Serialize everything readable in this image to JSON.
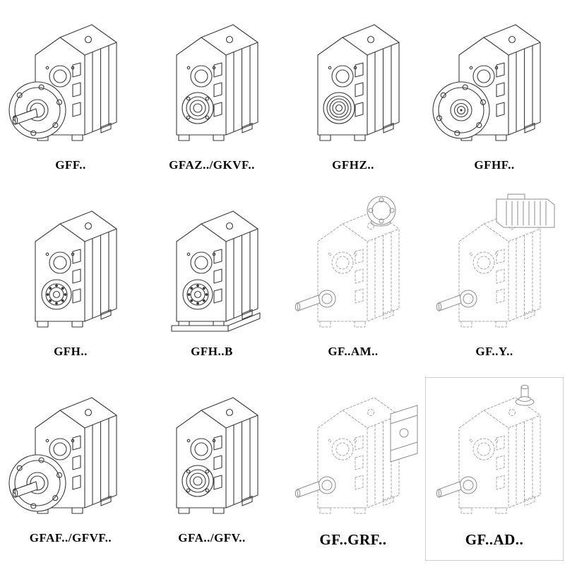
{
  "catalog": {
    "items": [
      {
        "label": "GFF..",
        "drawing": "gearbox-flange-shaft",
        "line_style": "solid"
      },
      {
        "label": "GFAZ../GKVF..",
        "drawing": "gearbox-hollow-shaft",
        "line_style": "solid"
      },
      {
        "label": "GFHZ..",
        "drawing": "gearbox-hollow-deep",
        "line_style": "solid"
      },
      {
        "label": "GFHF..",
        "drawing": "gearbox-flange-bore",
        "line_style": "solid"
      },
      {
        "label": "GFH..",
        "drawing": "gearbox-bearing",
        "line_style": "solid"
      },
      {
        "label": "GFH..B",
        "drawing": "gearbox-bearing-base",
        "line_style": "solid"
      },
      {
        "label": "GF..AM..",
        "drawing": "gearbox-input-flange",
        "line_style": "dashed"
      },
      {
        "label": "GF..Y..",
        "drawing": "gearbox-with-motor",
        "line_style": "dashed"
      },
      {
        "label": "GFAF../GFVF..",
        "drawing": "gearbox-flange-shaft",
        "line_style": "solid"
      },
      {
        "label": "GFA../GFV..",
        "drawing": "gearbox-hollow-shaft",
        "line_style": "solid"
      },
      {
        "label": "GF..GRF..",
        "drawing": "gearbox-side-block",
        "line_style": "dashed"
      },
      {
        "label": "GF..AD..",
        "drawing": "gearbox-input-shaft",
        "line_style": "dashed"
      }
    ],
    "colors": {
      "line": "#3a3a3a",
      "line_light": "#a8a8a8",
      "text": "#000000",
      "background": "#ffffff"
    }
  }
}
